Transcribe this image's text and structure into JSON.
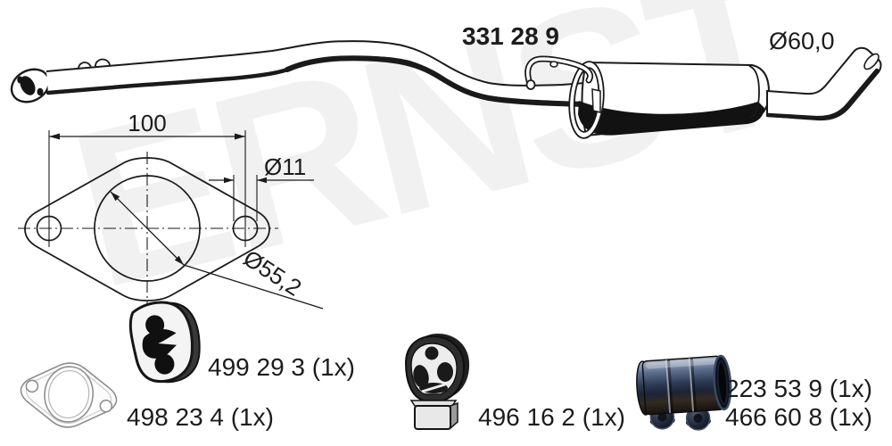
{
  "part": {
    "number": "331 28 9"
  },
  "watermark": "ERNST",
  "dimensions": {
    "tail_pipe_diameter": "Ø60,0",
    "flange_hole_spacing": "100",
    "flange_bolt_hole_diameter": "Ø11",
    "flange_bore_diameter": "Ø55,2"
  },
  "components": [
    {
      "name": "gasket",
      "label": "498 23 4 (1x)"
    },
    {
      "name": "rubber-mount",
      "label": "499 29 3 (1x)"
    },
    {
      "name": "rubber-mount",
      "label": "496 16 2 (1x)"
    },
    {
      "name": "pipe-clamp",
      "label": "223 53 9 (1x)"
    },
    {
      "name": "clamp-bolt-set",
      "label": "466 60 8 (1x)"
    }
  ],
  "colors": {
    "line": "#1a1a1a",
    "watermark": "#f1f1f1",
    "steel_blue": "#5d6e8c",
    "rubber_dark": "#1a1a1a"
  }
}
